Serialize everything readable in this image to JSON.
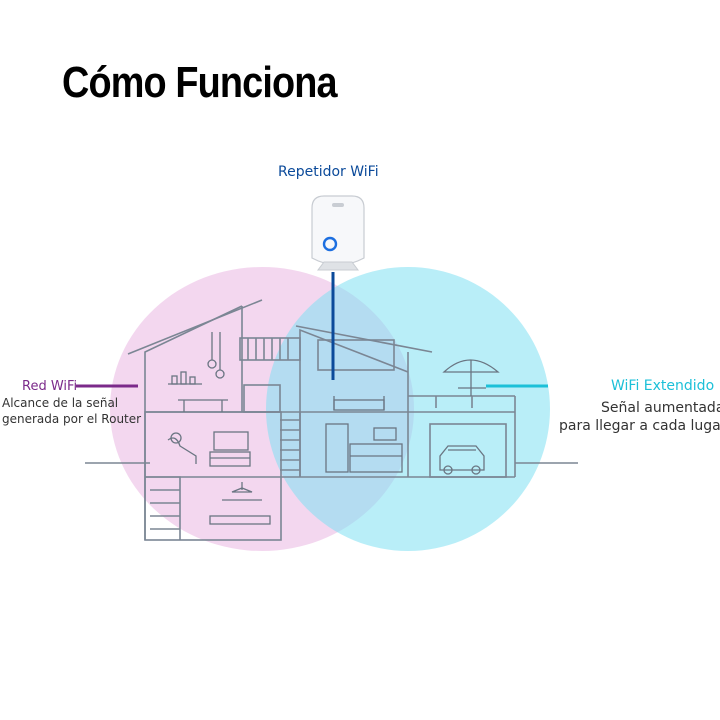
{
  "title": "Cómo Funciona",
  "repeater": {
    "label": "Repetidor WiFi"
  },
  "red_wifi": {
    "label": "Red WiFi",
    "desc_line1": "Alcance de la señal",
    "desc_line2": "generada por el Router"
  },
  "wifi_extendido": {
    "label": "WiFi Extendido",
    "desc_line1": "Señal aumentada",
    "desc_line2": "para llegar a cada lugar"
  },
  "colors": {
    "repeater_blue": "#0b4a9a",
    "red_wifi": "#7b2a8a",
    "extended": "#1cc0d8",
    "pink_zone": "#e9b6e2",
    "cyan_zone": "#7fe0f2",
    "house_line": "#7b8694"
  },
  "icons": [
    "wifi-repeater-device-icon",
    "umbrella-icon",
    "car-icon",
    "pendant-lamp-icon",
    "sofa-icon",
    "bed-icon",
    "kitchen-icon"
  ]
}
